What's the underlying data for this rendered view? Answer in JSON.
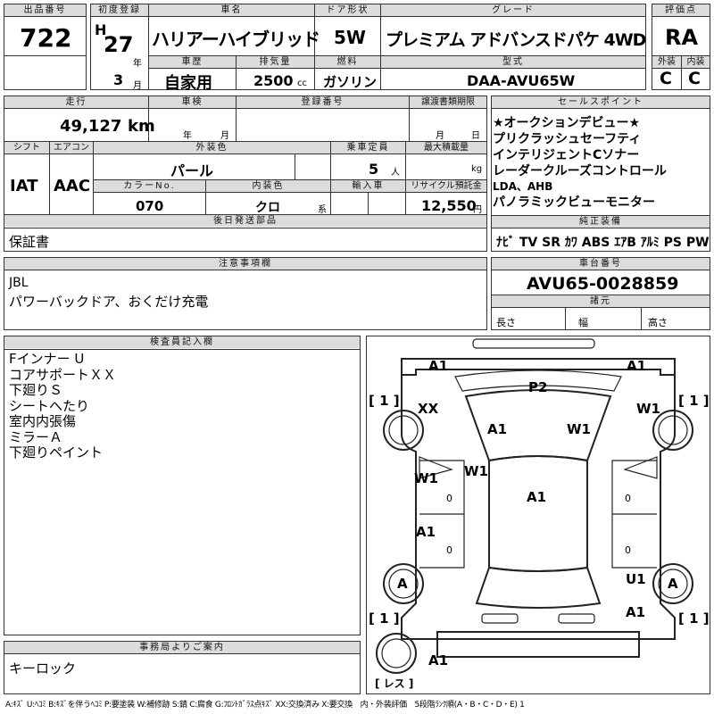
{
  "header": {
    "lot_label": "出品番号",
    "lot_no": "722",
    "reg_label": "初度登録",
    "era": "H",
    "year": "27",
    "year_unit": "年",
    "month": "3",
    "month_unit": "月",
    "name_label": "車名",
    "name": "ハリアーハイブリッド",
    "door_label": "ドア形状",
    "door": "5W",
    "grade_label": "グレード",
    "grade": "プレミアム アドバンスドパケ 4WD",
    "score_label": "評価点",
    "score": "RA",
    "history_label": "車歴",
    "history": "自家用",
    "displacement_label": "排気量",
    "displacement": "2500",
    "displacement_unit": "cc",
    "fuel_label": "燃料",
    "fuel": "ガソリン",
    "model_label": "型式",
    "model": "DAA-AVU65W",
    "ext_label": "外装",
    "ext": "C",
    "int_label": "内装",
    "int": "C"
  },
  "row2": {
    "mileage_label": "走行",
    "mileage": "49,127",
    "mileage_unit": "km",
    "inspection_label": "車検",
    "insp_year_unit": "年",
    "insp_month_unit": "月",
    "reg_no_label": "登録番号",
    "transfer_label": "譲渡書類期限",
    "tr_month_unit": "月",
    "tr_day_unit": "日",
    "shift_label": "シフト",
    "shift": "IAT",
    "ac_label": "エアコン",
    "ac": "AAC",
    "color_label": "外装色",
    "color": "パール",
    "seats_label": "乗車定員",
    "seats": "5",
    "seats_unit": "人",
    "load_label": "最大積載量",
    "load_unit": "kg",
    "color_no_label": "カラーNo.",
    "color_no": "070",
    "int_color_label": "内装色",
    "int_color": "クロ",
    "int_color_unit": "系",
    "import_label": "輸入車",
    "recycle_label": "リサイクル預託金",
    "recycle": "12,550",
    "recycle_unit": "円",
    "later_label": "後日発送部品",
    "later": "保証書"
  },
  "sales": {
    "label": "セールスポイント",
    "lines": [
      "★オークションデビュー★",
      "プリクラッシュセーフティ",
      "インテリジェントCソナー",
      "レーダークルーズコントロール",
      "LDA、AHB",
      "パノラミックビューモニター"
    ],
    "equip_label": "純正装備",
    "equip": "ﾅﾋﾞ TV SR ｶﾜ ABS ｴｱB ｱﾙﾐ PS PW"
  },
  "notes": {
    "label": "注意事項欄",
    "lines": [
      "JBL",
      "パワーバックドア、おくだけ充電"
    ]
  },
  "chassis": {
    "label": "車台番号",
    "number": "AVU65-0028859",
    "spec_label": "諸元",
    "len_label": "長さ",
    "width_label": "幅",
    "height_label": "高さ"
  },
  "inspector": {
    "label": "検査員記入欄",
    "lines": [
      "Fインナー U",
      "コアサポートＸＸ",
      "下廻りＳ",
      "シートへたり",
      "室内内張傷",
      "ミラーＡ",
      "下廻りペイント"
    ]
  },
  "office": {
    "label": "事務局よりご案内",
    "text": "キーロック"
  },
  "diagram": {
    "marks": [
      "A1",
      "A1",
      "P2",
      "XX",
      "W1",
      "A1",
      "W1",
      "W1",
      "W1",
      "A1",
      "A1",
      "U1",
      "A1",
      "A1"
    ],
    "zeros": [
      "0",
      "0",
      "0",
      "0"
    ],
    "tire_marks": [
      "A",
      "A"
    ],
    "brackets": [
      "[ 1 ]",
      "[ 1 ]",
      "[ 1 ]",
      "[ 1 ]"
    ],
    "spare_label": "[ レス ]"
  },
  "legend": "A:ｷｽﾞ U:ﾍｺﾐ B:ｷｽﾞを伴うﾍｺﾐ P:要塗装 W:補修跡 S:錆 C:腐食 G:ﾌﾛﾝﾄｶﾞﾗｽ点ｷｽﾞ XX:交換済み X:要交換　内・外装評価　5段階ﾗﾝｸ順(A・B・C・D・E) 1"
}
